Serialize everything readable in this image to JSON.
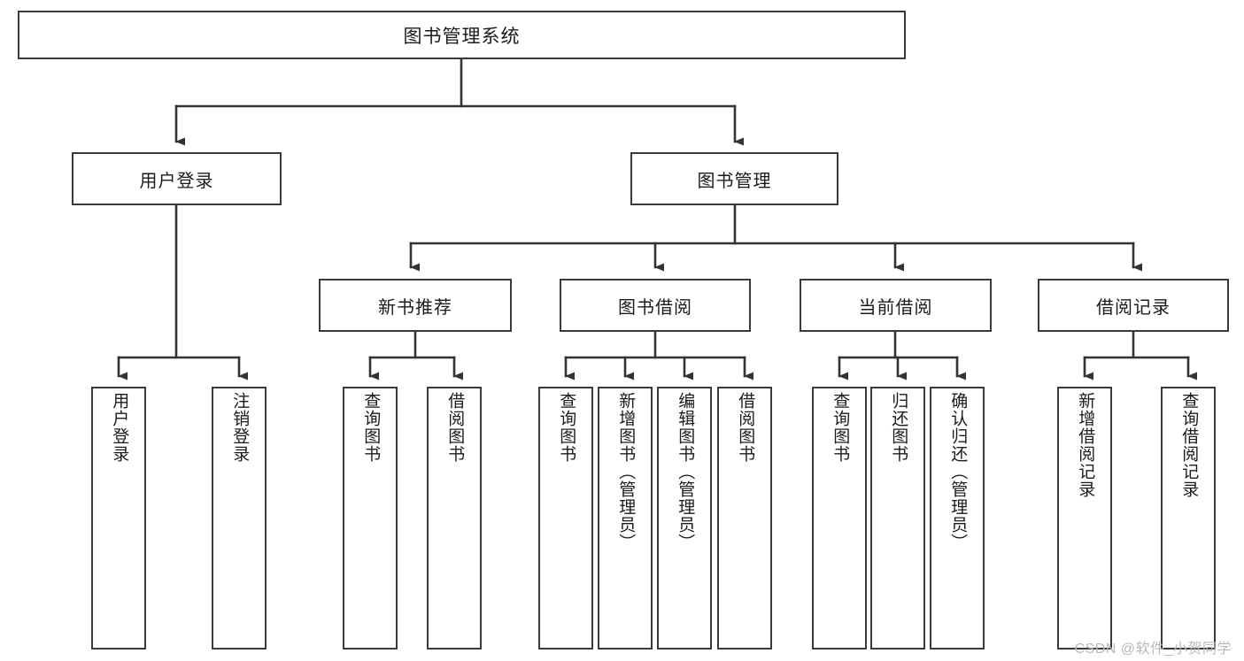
{
  "diagram": {
    "title": "图书管理系统",
    "type": "tree-hierarchy-chart",
    "watermark": "CSDN @软件_小贺同学",
    "colors": {
      "background": "#ffffff",
      "box_border": "#3a3a3a",
      "box_fill": "#ffffff",
      "edge": "#333333",
      "text": "#1b1b1b",
      "watermark": "#b9b9b9"
    },
    "nodes": {
      "root": {
        "label": "图书管理系统"
      },
      "level2": [
        {
          "id": "user-login",
          "label": "用户登录"
        },
        {
          "id": "book-manage",
          "label": "图书管理"
        }
      ],
      "level3": [
        {
          "id": "new-book-recommend",
          "label": "新书推荐"
        },
        {
          "id": "book-borrow",
          "label": "图书借阅"
        },
        {
          "id": "current-borrow",
          "label": "当前借阅"
        },
        {
          "id": "borrow-record",
          "label": "借阅记录"
        }
      ],
      "leaves": {
        "user-login": [
          {
            "id": "leaf-user-login",
            "label": "用户登录"
          },
          {
            "id": "leaf-logout-login",
            "label": "注销登录"
          }
        ],
        "new-book-recommend": [
          {
            "id": "leaf-query-book-1",
            "label": "查询图书"
          },
          {
            "id": "leaf-borrow-book-1",
            "label": "借阅图书"
          }
        ],
        "book-borrow": [
          {
            "id": "leaf-query-book-2",
            "label": "查询图书"
          },
          {
            "id": "leaf-add-book",
            "label": "新增图书（管理员）"
          },
          {
            "id": "leaf-edit-book",
            "label": "编辑图书（管理员）"
          },
          {
            "id": "leaf-borrow-book-2",
            "label": "借阅图书"
          }
        ],
        "current-borrow": [
          {
            "id": "leaf-query-book-3",
            "label": "查询图书"
          },
          {
            "id": "leaf-return-book",
            "label": "归还图书"
          },
          {
            "id": "leaf-confirm-return",
            "label": "确认归还（管理员）"
          }
        ],
        "borrow-record": [
          {
            "id": "leaf-add-record",
            "label": "新增借阅记录"
          },
          {
            "id": "leaf-query-record",
            "label": "查询借阅记录"
          }
        ]
      }
    }
  }
}
